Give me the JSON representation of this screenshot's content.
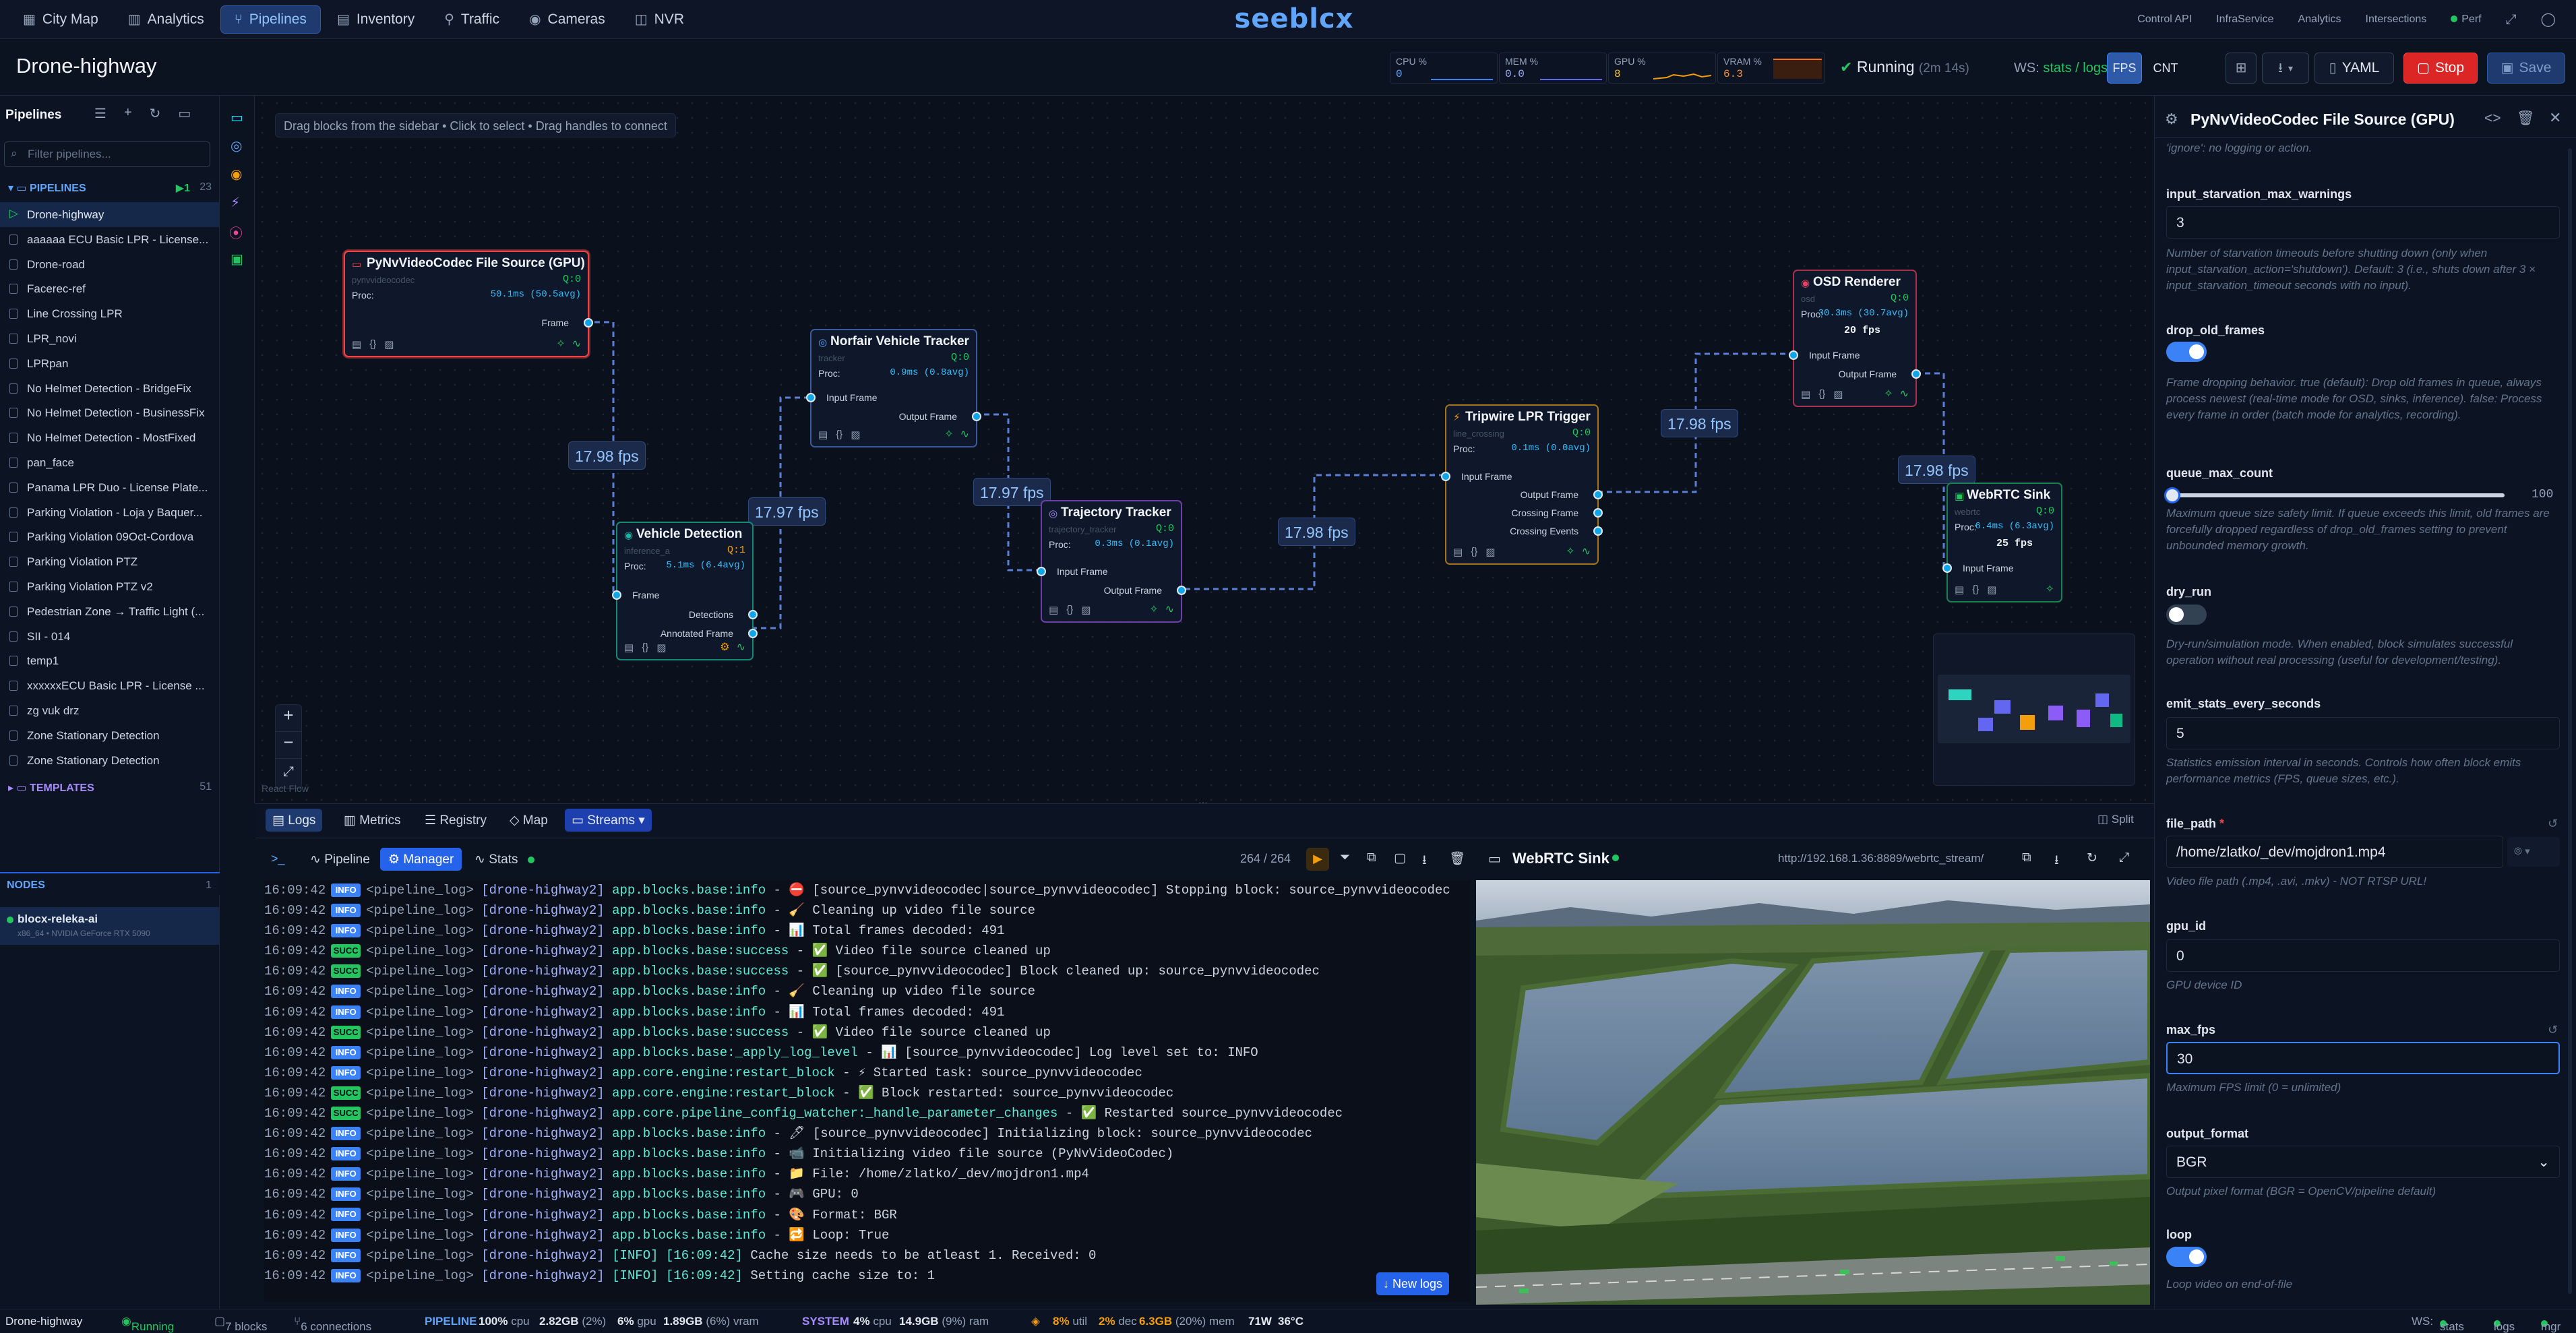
{
  "nav": {
    "items": [
      {
        "label": "City Map",
        "icon": "map-icon"
      },
      {
        "label": "Analytics",
        "icon": "chart-icon"
      },
      {
        "label": "Pipelines",
        "icon": "pipeline-icon",
        "active": true
      },
      {
        "label": "Inventory",
        "icon": "box-icon"
      },
      {
        "label": "Traffic",
        "icon": "traffic-icon"
      },
      {
        "label": "Cameras",
        "icon": "camera-icon"
      },
      {
        "label": "NVR",
        "icon": "nvr-icon"
      }
    ],
    "brand": "seeblcx",
    "right_links": [
      "Control API",
      "InfraService",
      "Analytics",
      "Intersections",
      "Perf"
    ]
  },
  "header": {
    "title": "Drone-highway",
    "metrics": [
      {
        "label": "CPU %",
        "value": "0"
      },
      {
        "label": "MEM %",
        "value": "0.0"
      },
      {
        "label": "GPU %",
        "value": "8"
      },
      {
        "label": "VRAM %",
        "value": "6.3"
      }
    ],
    "status": "Running",
    "uptime": "(2m 14s)",
    "ws_label": "WS:",
    "ws_value": "stats / logs",
    "fps_btn": "FPS",
    "cnt_btn": "CNT",
    "yaml_btn": "YAML",
    "stop_btn": "Stop",
    "save_btn": "Save"
  },
  "sidebar": {
    "title": "Pipelines",
    "filter_placeholder": "Filter pipelines...",
    "section": "PIPELINES",
    "running_count": "1",
    "total_count": "23",
    "items": [
      "Drone-highway",
      "aaaaaa ECU Basic LPR - License...",
      "Drone-road",
      "Facerec-ref",
      "Line Crossing LPR",
      "LPR_novi",
      "LPRpan",
      "No Helmet Detection - BridgeFix",
      "No Helmet Detection - BusinessFix",
      "No Helmet Detection - MostFixed",
      "pan_face",
      "Panama LPR Duo - License Plate...",
      "Parking Violation - Loja y Baquer...",
      "Parking Violation 09Oct-Cordova",
      "Parking Violation PTZ",
      "Parking Violation PTZ v2",
      "Pedestrian Zone → Traffic Light (...",
      "SII - 014",
      "temp1",
      "xxxxxxECU Basic LPR - License ...",
      "zg vuk drz",
      "Zone Stationary Detection",
      "Zone Stationary Detection"
    ],
    "templates_label": "TEMPLATES",
    "templates_count": "51",
    "nodes_label": "NODES",
    "nodes_count": "1",
    "node_name": "blocx-releka-ai",
    "node_info": "x86_64 • NVIDIA GeForce RTX 5090"
  },
  "canvas": {
    "hint": "Drag blocks from the sidebar • Click to select • Drag handles to connect",
    "attribution": "React Flow",
    "fps": [
      "17.98 fps",
      "17.97 fps",
      "17.97 fps",
      "17.98 fps",
      "17.98 fps",
      "17.98 fps"
    ]
  },
  "nodes": {
    "source": {
      "title": "PyNvVideoCodec File Source (GPU)",
      "sub": "pynvvideocodec",
      "q": "Q:0",
      "proc_label": "Proc:",
      "proc": "50.1ms (50.5avg)",
      "out": "Frame"
    },
    "tracker": {
      "title": "Norfair Vehicle Tracker",
      "sub": "tracker",
      "q": "Q:0",
      "proc_label": "Proc:",
      "proc": "0.9ms (0.8avg)",
      "in": "Input Frame",
      "out": "Output Frame"
    },
    "detect": {
      "title": "Vehicle Detection",
      "sub": "inference_a",
      "q": "Q:1",
      "proc_label": "Proc:",
      "proc": "5.1ms (6.4avg)",
      "in": "Frame",
      "out1": "Detections",
      "out2": "Annotated Frame"
    },
    "traj": {
      "title": "Trajectory Tracker",
      "sub": "trajectory_tracker",
      "q": "Q:0",
      "proc_label": "Proc:",
      "proc": "0.3ms (0.1avg)",
      "in": "Input Frame",
      "out": "Output Frame"
    },
    "tripwire": {
      "title": "Tripwire LPR Trigger",
      "sub": "line_crossing",
      "q": "Q:0",
      "proc_label": "Proc:",
      "proc": "0.1ms (0.0avg)",
      "in": "Input Frame",
      "out1": "Output Frame",
      "out2": "Crossing Frame",
      "out3": "Crossing Events"
    },
    "osd": {
      "title": "OSD Renderer",
      "sub": "osd",
      "q": "Q:0",
      "proc_label": "Proc:",
      "proc": "30.3ms (30.7avg)",
      "fps": "20 fps",
      "in": "Input Frame",
      "out": "Output Frame"
    },
    "sink": {
      "title": "WebRTC Sink",
      "sub": "webrtc",
      "q": "Q:0",
      "proc_label": "Proc:",
      "proc": "6.4ms (6.3avg)",
      "fps": "25 fps",
      "in": "Input Frame"
    }
  },
  "bottom_tabs": {
    "logs": "Logs",
    "metrics": "Metrics",
    "registry": "Registry",
    "map": "Map",
    "streams": "Streams",
    "split": "Split"
  },
  "logs": {
    "tab_pipeline": "Pipeline",
    "tab_manager": "Manager",
    "tab_stats": "Stats",
    "count": "264 / 264",
    "new_logs": "New logs",
    "lines": [
      {
        "t": "16:09:42",
        "lv": "INFO",
        "src": "app.blocks.base:info",
        "msg": "- ⛔ [source_pynvvideocodec|source_pynvvideocodec] Stopping block: source_pynvvideocodec"
      },
      {
        "t": "16:09:42",
        "lv": "INFO",
        "src": "app.blocks.base:info",
        "msg": "- 🧹 Cleaning up video file source"
      },
      {
        "t": "16:09:42",
        "lv": "INFO",
        "src": "app.blocks.base:info",
        "msg": "- 📊 Total frames decoded: 491"
      },
      {
        "t": "16:09:42",
        "lv": "SUCC",
        "src": "app.blocks.base:success",
        "msg": "- ✅ Video file source cleaned up"
      },
      {
        "t": "16:09:42",
        "lv": "SUCC",
        "src": "app.blocks.base:success",
        "msg": "- ✅ [source_pynvvideocodec] Block cleaned up: source_pynvvideocodec"
      },
      {
        "t": "16:09:42",
        "lv": "INFO",
        "src": "app.blocks.base:info",
        "msg": "- 🧹 Cleaning up video file source"
      },
      {
        "t": "16:09:42",
        "lv": "INFO",
        "src": "app.blocks.base:info",
        "msg": "- 📊 Total frames decoded: 491"
      },
      {
        "t": "16:09:42",
        "lv": "SUCC",
        "src": "app.blocks.base:success",
        "msg": "- ✅ Video file source cleaned up"
      },
      {
        "t": "16:09:42",
        "lv": "INFO",
        "src": "app.blocks.base:_apply_log_level",
        "msg": "- 📊 [source_pynvvideocodec] Log level set to: INFO"
      },
      {
        "t": "16:09:42",
        "lv": "INFO",
        "src": "app.core.engine:restart_block",
        "msg": "- ⚡ Started task: source_pynvvideocodec"
      },
      {
        "t": "16:09:42",
        "lv": "SUCC",
        "src": "app.core.engine:restart_block",
        "msg": "- ✅ Block restarted: source_pynvvideocodec"
      },
      {
        "t": "16:09:42",
        "lv": "SUCC",
        "src": "app.core.pipeline_config_watcher:_handle_parameter_changes",
        "msg": "- ✅ Restarted source_pynvvideocodec"
      },
      {
        "t": "16:09:42",
        "lv": "INFO",
        "src": "app.blocks.base:info",
        "msg": "- 🖊 [source_pynvvideocodec] Initializing block: source_pynvvideocodec"
      },
      {
        "t": "16:09:42",
        "lv": "INFO",
        "src": "app.blocks.base:info",
        "msg": "- 📹 Initializing video file source (PyNvVideoCodec)"
      },
      {
        "t": "16:09:42",
        "lv": "INFO",
        "src": "app.blocks.base:info",
        "msg": "- 📁 File: /home/zlatko/_dev/mojdron1.mp4"
      },
      {
        "t": "16:09:42",
        "lv": "INFO",
        "src": "app.blocks.base:info",
        "msg": "- 🎮 GPU: 0"
      },
      {
        "t": "16:09:42",
        "lv": "INFO",
        "src": "app.blocks.base:info",
        "msg": "- 🎨 Format: BGR"
      },
      {
        "t": "16:09:42",
        "lv": "INFO",
        "src": "app.blocks.base:info",
        "msg": "- 🔁 Loop: True"
      },
      {
        "t": "16:09:42",
        "lv": "INFO",
        "src": "[INFO] [16:09:42]",
        "msg": "Cache size needs to be atleast 1. Received: 0"
      },
      {
        "t": "16:09:42",
        "lv": "INFO",
        "src": "[INFO] [16:09:42]",
        "msg": "Setting cache size to: 1"
      }
    ]
  },
  "video": {
    "title": "WebRTC Sink",
    "url": "http://192.168.1.36:8889/webrtc_stream/"
  },
  "props": {
    "title": "PyNvVideoCodec File Source (GPU)",
    "top_desc": "'ignore': no logging or action.",
    "fields": [
      {
        "key": "starv",
        "label": "input_starvation_max_warnings",
        "value": "3",
        "desc": "Number of starvation timeouts before shutting down (only when input_starvation_action='shutdown'). Default: 3 (i.e., shuts down after 3 × input_starvation_timeout seconds with no input)."
      },
      {
        "key": "drop",
        "label": "drop_old_frames",
        "desc": "Frame dropping behavior. true (default): Drop old frames in queue, always process newest (real-time mode for OSD, sinks, inference). false: Process every frame in order (batch mode for analytics, recording)."
      },
      {
        "key": "queue",
        "label": "queue_max_count",
        "value": "100",
        "desc": "Maximum queue size safety limit. If queue exceeds this limit, old frames are forcefully dropped regardless of drop_old_frames setting to prevent unbounded memory growth."
      },
      {
        "key": "dry",
        "label": "dry_run",
        "desc": "Dry-run/simulation mode. When enabled, block simulates successful operation without real processing (useful for development/testing)."
      },
      {
        "key": "emit",
        "label": "emit_stats_every_seconds",
        "value": "5",
        "desc": "Statistics emission interval in seconds. Controls how often block emits performance metrics (FPS, queue sizes, etc.)."
      },
      {
        "key": "file",
        "label": "file_path",
        "value": "/home/zlatko/_dev/mojdron1.mp4",
        "desc": "Video file path (.mp4, .avi, .mkv) - NOT RTSP URL!"
      },
      {
        "key": "gpu",
        "label": "gpu_id",
        "value": "0",
        "desc": "GPU device ID"
      },
      {
        "key": "maxfps",
        "label": "max_fps",
        "value": "30",
        "desc": "Maximum FPS limit (0 = unlimited)"
      },
      {
        "key": "fmt",
        "label": "output_format",
        "value": "BGR",
        "desc": "Output pixel format (BGR = OpenCV/pipeline default)"
      },
      {
        "key": "loop",
        "label": "loop",
        "desc": "Loop video on end-of-file"
      }
    ],
    "drop_on": true,
    "dry_on": false,
    "loop_on": true,
    "queue_fraction": 0.15
  },
  "footer": {
    "name": "Drone-highway",
    "status": "Running",
    "blocks": "7 blocks",
    "connections": "6 connections",
    "pipeline_label": "PIPELINE",
    "pipe_cpu": "100%",
    "pipe_cpu_u": "cpu",
    "pipe_mem": "2.82GB",
    "pipe_mem_p": "(2%)",
    "pipe_gpu": "6%",
    "pipe_gpu_u": "gpu",
    "pipe_vram": "1.89GB",
    "pipe_vram_p": "(6%) vram",
    "system_label": "SYSTEM",
    "sys_cpu": "4%",
    "sys_cpu_u": "cpu",
    "sys_ram": "14.9GB",
    "sys_ram_p": "(9%) ram",
    "gpu_util": "8%",
    "gpu_util_u": "util",
    "gpu_dec": "2%",
    "gpu_dec_u": "dec",
    "gpu_mem": "6.3GB",
    "gpu_mem_p": "(20%) mem",
    "gpu_w": "71W",
    "gpu_t": "36°C",
    "ws_label": "WS:",
    "ws_stats": "stats",
    "ws_logs": "logs",
    "ws_mgr": "mgr"
  },
  "colors": {
    "accent": "#3b82f6",
    "running": "#22c55e",
    "stop": "#dc2626",
    "selected_node": "#ef4444"
  }
}
